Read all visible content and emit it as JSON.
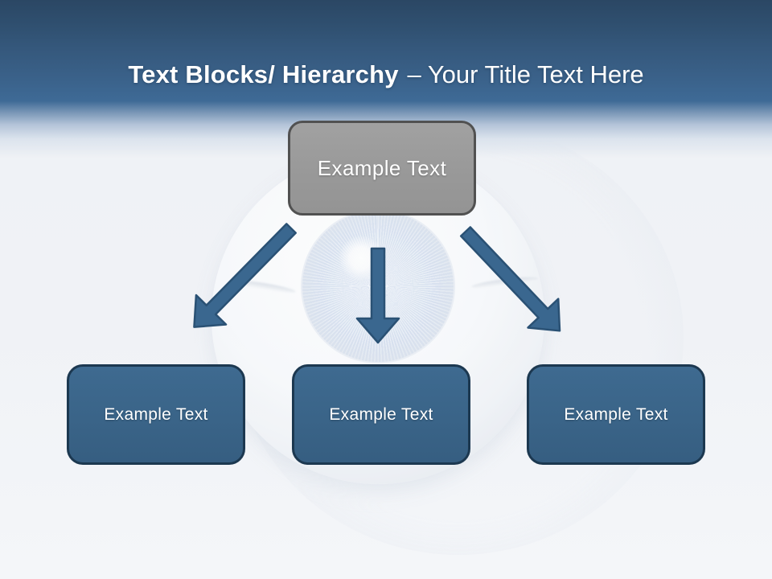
{
  "title": {
    "bold": "Text Blocks/ Hierarchy",
    "regular": "– Your Title Text Here"
  },
  "diagram": {
    "top_box": {
      "label": "Example Text"
    },
    "bottom_boxes": [
      {
        "label": "Example Text"
      },
      {
        "label": "Example Text"
      },
      {
        "label": "Example Text"
      }
    ],
    "arrows": [
      {
        "direction": "down-left"
      },
      {
        "direction": "down"
      },
      {
        "direction": "down-right"
      }
    ]
  },
  "colors": {
    "header_top": "#2b4764",
    "header_bottom": "#3e6a96",
    "body_background": "#f0f2f6",
    "parent_box_fill": "#999999",
    "parent_box_border": "#515151",
    "child_box_fill": "#3a6488",
    "child_box_border": "#1c3850",
    "arrow_fill": "#3a678f",
    "arrow_stroke": "#2a5174",
    "text": "#ffffff"
  }
}
